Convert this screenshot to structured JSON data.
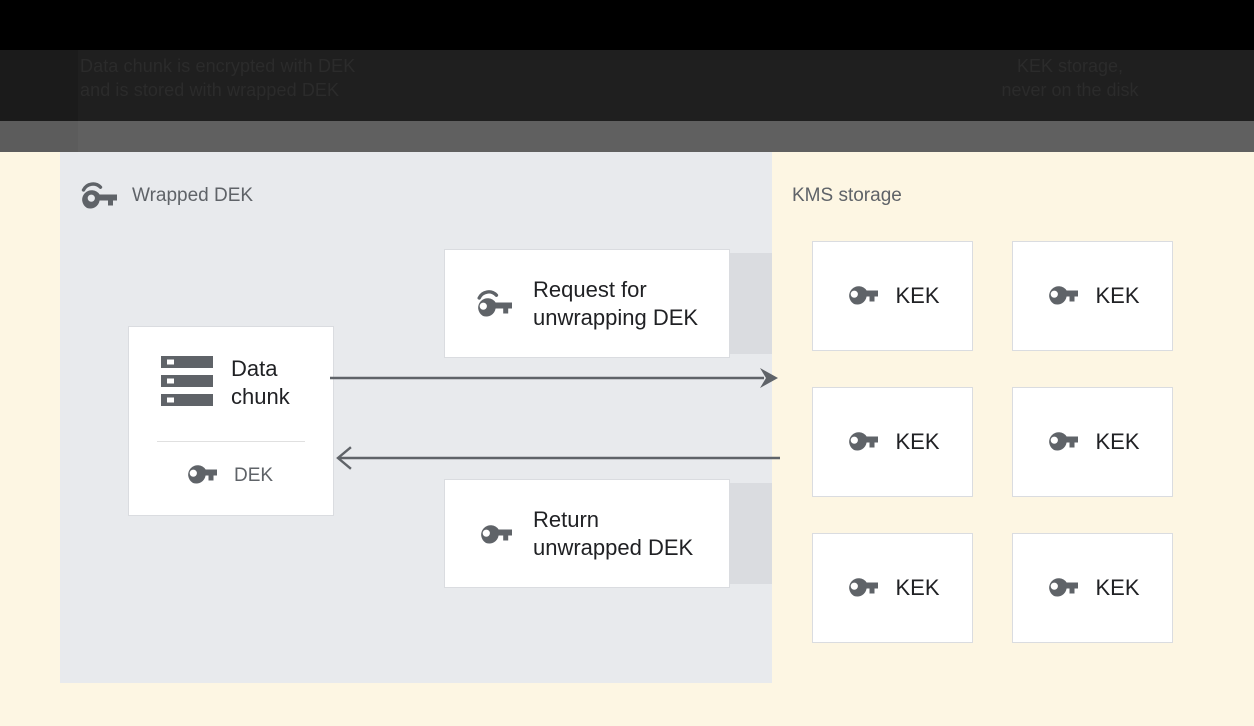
{
  "caption": {
    "left": "Data chunk is encrypted with DEK\nand is stored with wrapped DEK",
    "right": "KEK storage,\nnever on the disk"
  },
  "left_panel": {
    "title": "Wrapped DEK",
    "title_icon": "wrapped-key-icon",
    "data_chunk_card": {
      "icon": "storage-icon",
      "title": "Data\nchunk",
      "key_icon": "key-icon",
      "key_label": "DEK"
    },
    "request_card": {
      "icon": "wrapped-key-icon",
      "label": "Request for\nunwrapping DEK"
    },
    "return_card": {
      "icon": "key-icon",
      "label": "Return\nunwrapped DEK"
    },
    "arrows": [
      {
        "name": "arrow-request-to-kms",
        "direction": "right",
        "head": "filled"
      },
      {
        "name": "arrow-return-to-data",
        "direction": "left",
        "head": "open"
      }
    ]
  },
  "kms_panel": {
    "title": "KMS storage",
    "keys": [
      {
        "icon": "key-icon",
        "label": "KEK"
      },
      {
        "icon": "key-icon",
        "label": "KEK"
      },
      {
        "icon": "key-icon",
        "label": "KEK"
      },
      {
        "icon": "key-icon",
        "label": "KEK"
      },
      {
        "icon": "key-icon",
        "label": "KEK"
      },
      {
        "icon": "key-icon",
        "label": "KEK"
      }
    ]
  },
  "colors": {
    "page_background": "#fdf6e3",
    "left_panel": "#e8eaed",
    "card_border": "#dadce0",
    "gray_block": "#dadce0",
    "icon_gray": "#5f6368",
    "text_primary": "#202124",
    "text_secondary": "#5f6368",
    "top_band_black": "#000000",
    "top_band_dark": "#1f1f1f",
    "top_band_gray": "#606060"
  }
}
